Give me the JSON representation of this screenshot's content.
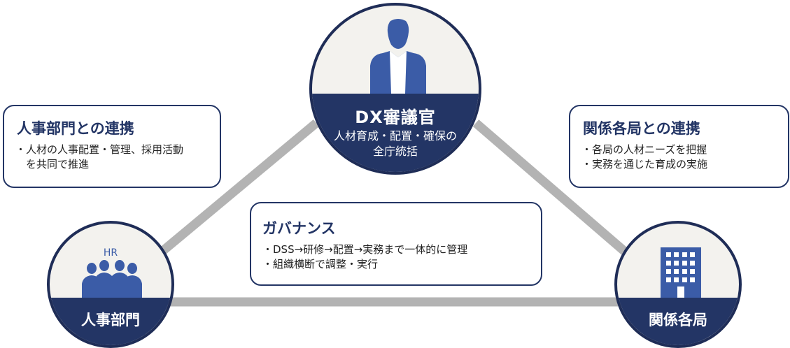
{
  "nodes": {
    "dx": {
      "name": "DX審議官",
      "desc_lines": [
        "人材育成・配置・確保の",
        "全庁統括"
      ],
      "icon": "person-icon"
    },
    "hr": {
      "name": "人事部門",
      "label": "HR",
      "icon": "group-icon"
    },
    "bureaus": {
      "name": "関係各局",
      "icon": "building-icon"
    }
  },
  "boxes": {
    "hr_collab": {
      "title": "人事部門との連携",
      "items": [
        "・人材の人事配置・管理、採用活動",
        "　を共同で推進"
      ]
    },
    "bureau_collab": {
      "title": "関係各局との連携",
      "items": [
        "・各局の人材ニーズを把握",
        "・実務を通じた育成の実施"
      ]
    },
    "governance": {
      "title": "ガバナンス",
      "items": [
        "・DSS→研修→配置→実務まで一体的に管理",
        "・組織横断で調整・実行"
      ]
    }
  },
  "colors": {
    "navy": "#233565",
    "border": "#1f2d57",
    "icon_blue": "#3b5ca7",
    "line_gray": "#b3b3b3",
    "circle_bg": "#f3f2ee"
  }
}
